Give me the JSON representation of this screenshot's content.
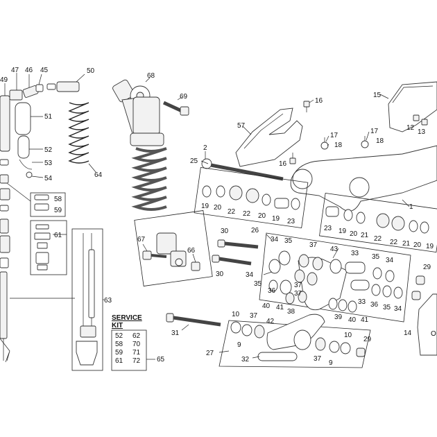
{
  "diagram": {
    "labels": [
      {
        "id": "l49",
        "text": "49"
      },
      {
        "id": "l47",
        "text": "47"
      },
      {
        "id": "l46",
        "text": "46"
      },
      {
        "id": "l45",
        "text": "45"
      },
      {
        "id": "l50",
        "text": "50"
      },
      {
        "id": "l68",
        "text": "68"
      },
      {
        "id": "l69",
        "text": "69"
      },
      {
        "id": "l51",
        "text": "51"
      },
      {
        "id": "l52",
        "text": "52"
      },
      {
        "id": "l53",
        "text": "53"
      },
      {
        "id": "l54",
        "text": "54"
      },
      {
        "id": "l64",
        "text": "64"
      },
      {
        "id": "l58",
        "text": "58"
      },
      {
        "id": "l59",
        "text": "59"
      },
      {
        "id": "l61",
        "text": "61"
      },
      {
        "id": "l63",
        "text": "63"
      },
      {
        "id": "l67",
        "text": "67"
      },
      {
        "id": "l66",
        "text": "66"
      },
      {
        "id": "l15",
        "text": "15"
      },
      {
        "id": "l16a",
        "text": "16"
      },
      {
        "id": "l57",
        "text": "57"
      },
      {
        "id": "l12",
        "text": "12"
      },
      {
        "id": "l13",
        "text": "13"
      },
      {
        "id": "l17a",
        "text": "17"
      },
      {
        "id": "l18a",
        "text": "18"
      },
      {
        "id": "l17b",
        "text": "17"
      },
      {
        "id": "l18b",
        "text": "18"
      },
      {
        "id": "l16b",
        "text": "16"
      },
      {
        "id": "l2",
        "text": "2"
      },
      {
        "id": "l25",
        "text": "25"
      },
      {
        "id": "l1",
        "text": "1"
      },
      {
        "id": "l19a",
        "text": "19"
      },
      {
        "id": "l20a",
        "text": "20"
      },
      {
        "id": "l22a",
        "text": "22"
      },
      {
        "id": "l22b",
        "text": "22"
      },
      {
        "id": "l20b",
        "text": "20"
      },
      {
        "id": "l19b",
        "text": "19"
      },
      {
        "id": "l23a",
        "text": "23"
      },
      {
        "id": "l23b",
        "text": "23"
      },
      {
        "id": "l19c",
        "text": "19"
      },
      {
        "id": "l20c",
        "text": "20"
      },
      {
        "id": "l21a",
        "text": "21"
      },
      {
        "id": "l22c",
        "text": "22"
      },
      {
        "id": "l22d",
        "text": "22"
      },
      {
        "id": "l21b",
        "text": "21"
      },
      {
        "id": "l20d",
        "text": "20"
      },
      {
        "id": "l19d",
        "text": "19"
      },
      {
        "id": "l30a",
        "text": "30"
      },
      {
        "id": "l26",
        "text": "26"
      },
      {
        "id": "l34a",
        "text": "34"
      },
      {
        "id": "l35a",
        "text": "35"
      },
      {
        "id": "l37a",
        "text": "37"
      },
      {
        "id": "l43",
        "text": "43"
      },
      {
        "id": "l33a",
        "text": "33"
      },
      {
        "id": "l35b",
        "text": "35"
      },
      {
        "id": "l34b",
        "text": "34"
      },
      {
        "id": "l29a",
        "text": "29"
      },
      {
        "id": "l30b",
        "text": "30"
      },
      {
        "id": "l34c",
        "text": "34"
      },
      {
        "id": "l35c",
        "text": "35"
      },
      {
        "id": "l37b",
        "text": "37"
      },
      {
        "id": "l36a",
        "text": "36"
      },
      {
        "id": "l37c",
        "text": "37"
      },
      {
        "id": "l33b",
        "text": "33"
      },
      {
        "id": "l36b",
        "text": "36"
      },
      {
        "id": "l35d",
        "text": "35"
      },
      {
        "id": "l34d",
        "text": "34"
      },
      {
        "id": "l40a",
        "text": "40"
      },
      {
        "id": "l41a",
        "text": "41"
      },
      {
        "id": "l38",
        "text": "38"
      },
      {
        "id": "l39",
        "text": "39"
      },
      {
        "id": "l40b",
        "text": "40"
      },
      {
        "id": "l41b",
        "text": "41"
      },
      {
        "id": "l10a",
        "text": "10"
      },
      {
        "id": "l37d",
        "text": "37"
      },
      {
        "id": "l42",
        "text": "42"
      },
      {
        "id": "l31",
        "text": "31"
      },
      {
        "id": "l9a",
        "text": "9"
      },
      {
        "id": "l10b",
        "text": "10"
      },
      {
        "id": "l29b",
        "text": "29"
      },
      {
        "id": "l27",
        "text": "27"
      },
      {
        "id": "l32",
        "text": "32"
      },
      {
        "id": "l37e",
        "text": "37"
      },
      {
        "id": "l9b",
        "text": "9"
      },
      {
        "id": "l14",
        "text": "14"
      },
      {
        "id": "l65",
        "text": "65"
      }
    ],
    "service_kit": {
      "title_line1": "SERVICE",
      "title_line2": "KIT",
      "rows": [
        {
          "left": "52",
          "right": "62"
        },
        {
          "left": "58",
          "right": "70"
        },
        {
          "left": "59",
          "right": "71"
        },
        {
          "left": "61",
          "right": "72"
        }
      ]
    },
    "corner_text": "O"
  }
}
